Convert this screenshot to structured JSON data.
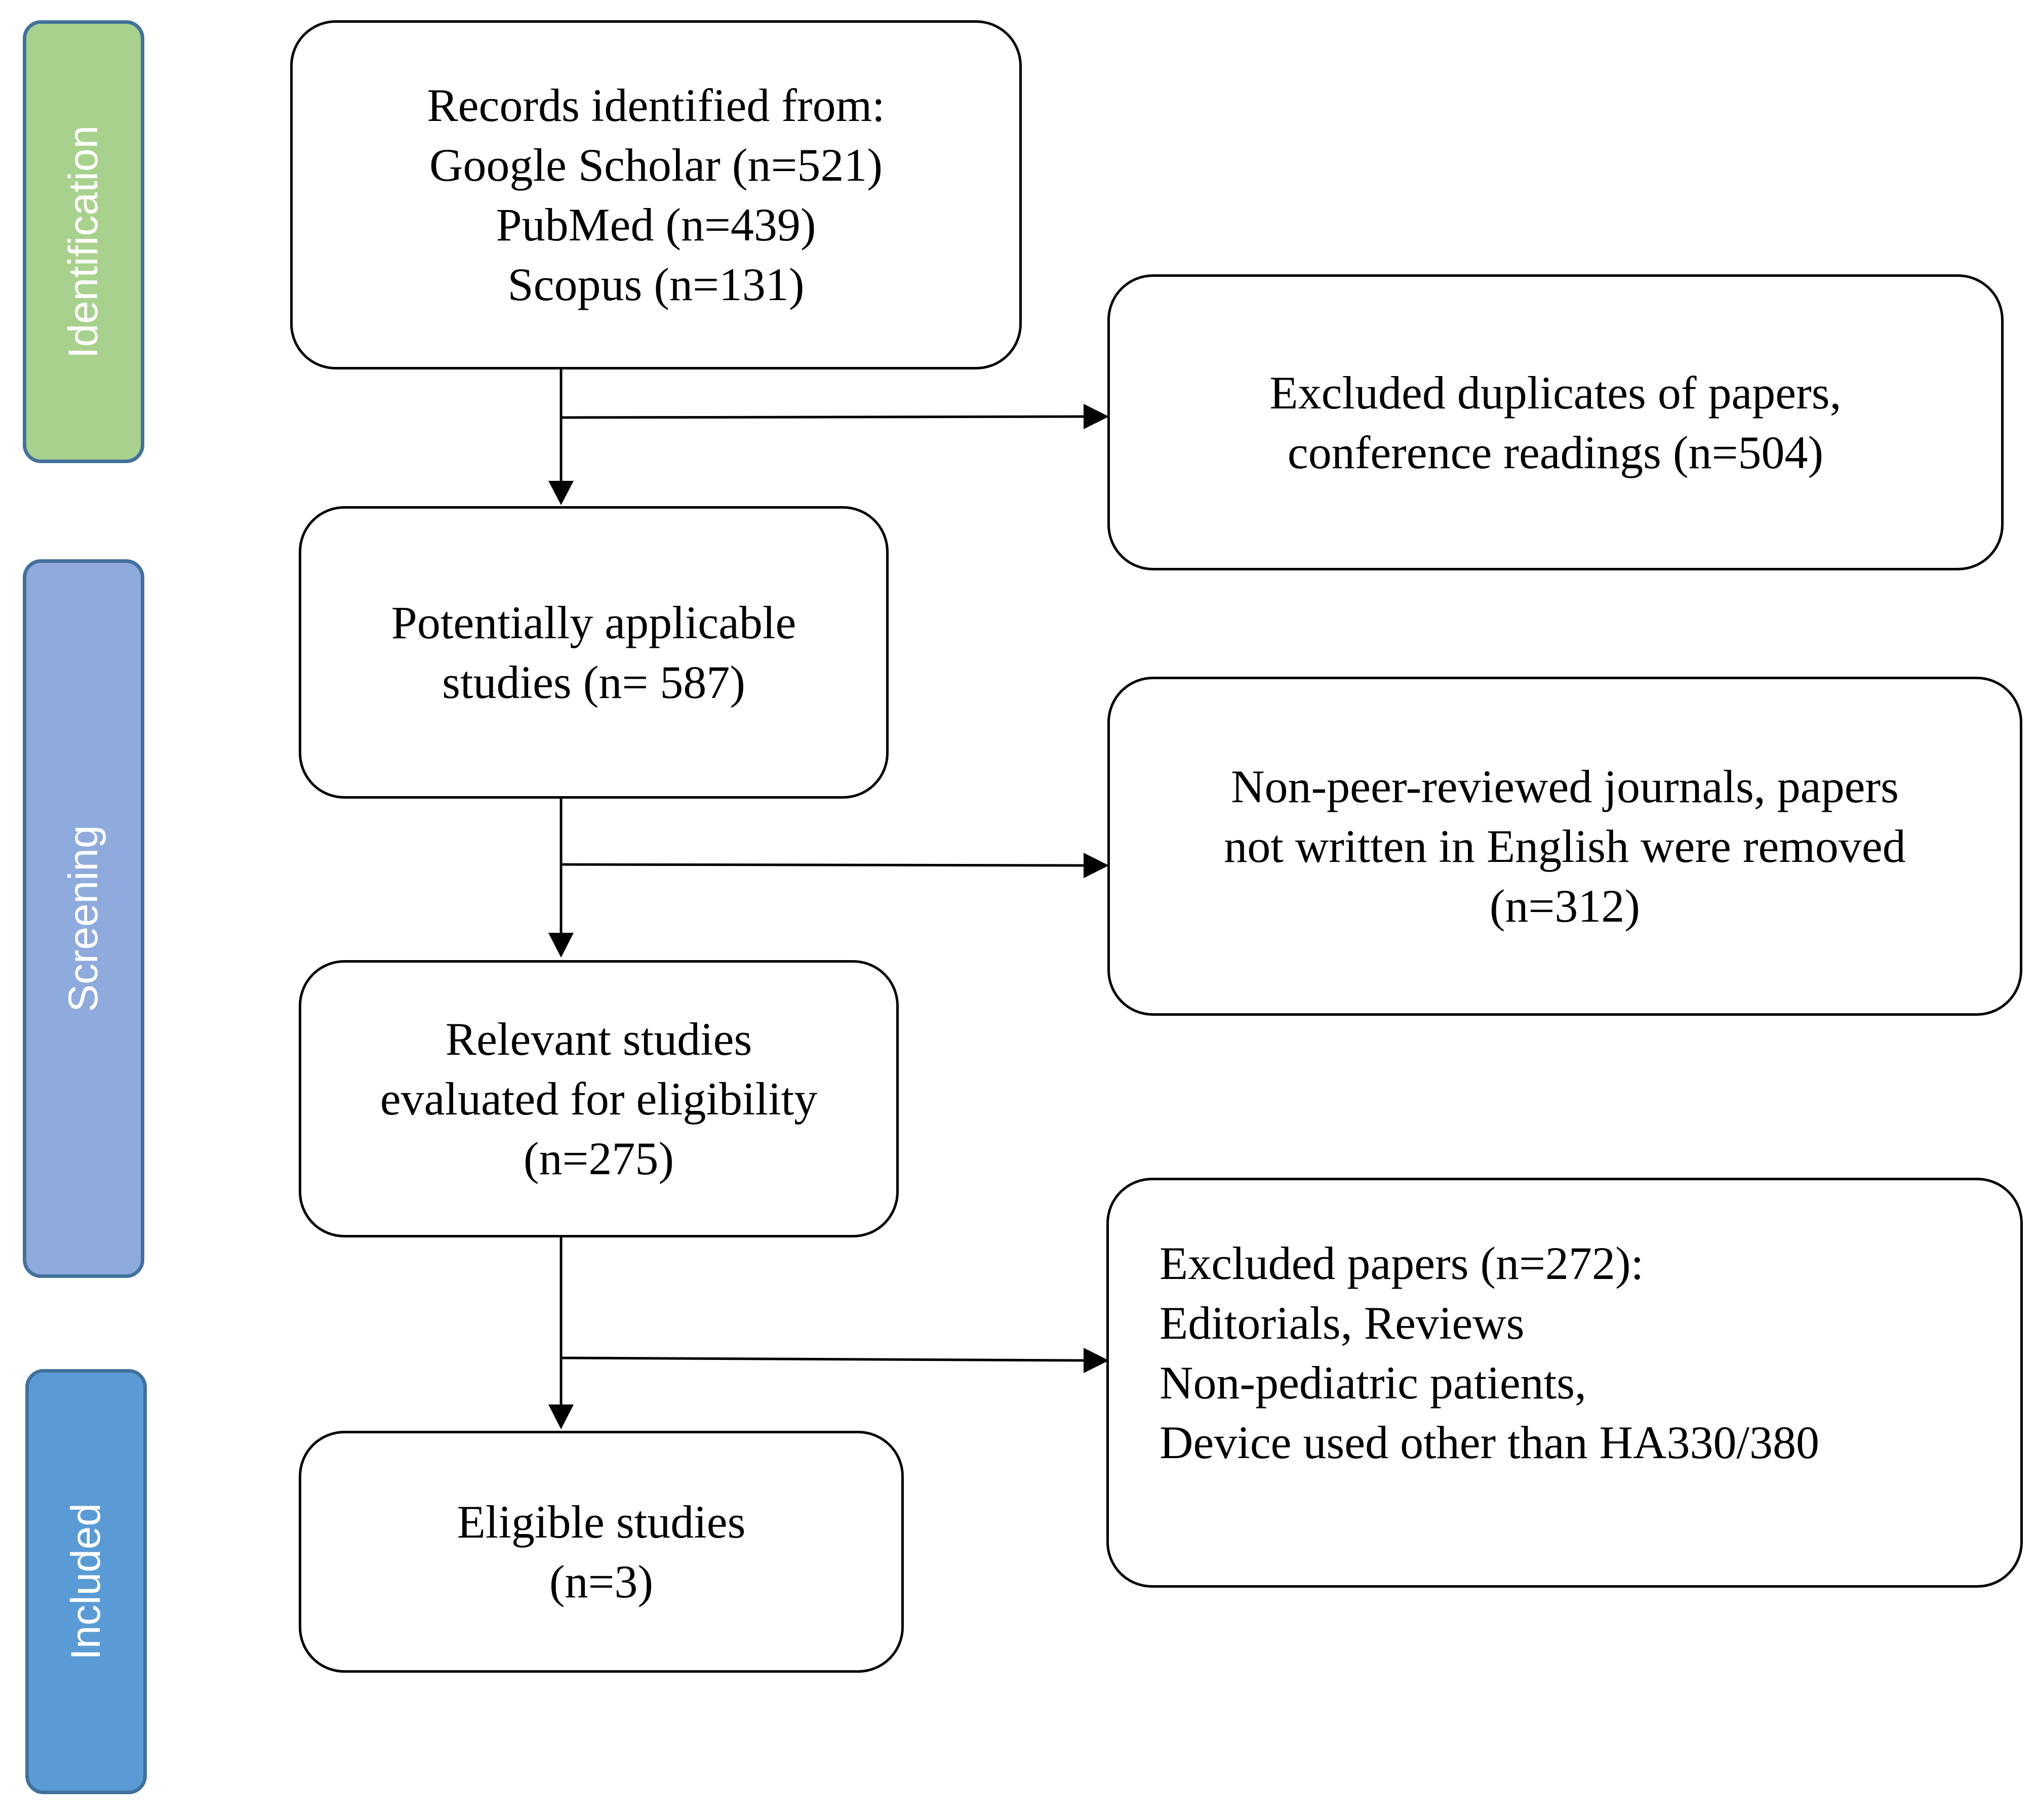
{
  "colors": {
    "identification": "#a9d18e",
    "screening": "#8faadc",
    "included": "#5b9bd5",
    "stage_border": "#41719c",
    "box_border": "#000000",
    "arrow": "#000000"
  },
  "stages": {
    "identification": "Identification",
    "screening": "Screening",
    "included": "Included"
  },
  "boxes": {
    "records": {
      "line1": "Records identified from:",
      "line2": "Google Scholar (n=521)",
      "line3": "PubMed (n=439)",
      "line4": "Scopus (n=131)"
    },
    "duplicates": {
      "line1": "Excluded duplicates of papers,",
      "line2": "conference readings (n=504)"
    },
    "potential": {
      "line1": "Potentially applicable",
      "line2": "studies (n= 587)"
    },
    "nonpeer": {
      "line1": "Non-peer-reviewed journals, papers",
      "line2": "not written in English were removed",
      "line3": "(n=312)"
    },
    "relevant": {
      "line1": "Relevant studies",
      "line2": "evaluated for eligibility",
      "line3": "(n=275)"
    },
    "excluded": {
      "line1": "Excluded papers (n=272):",
      "line2": "Editorials, Reviews",
      "line3": "Non-pediatric patients,",
      "line4": "Device used other than HA330/380"
    },
    "eligible": {
      "line1": "Eligible studies",
      "line2": "(n=3)"
    }
  }
}
